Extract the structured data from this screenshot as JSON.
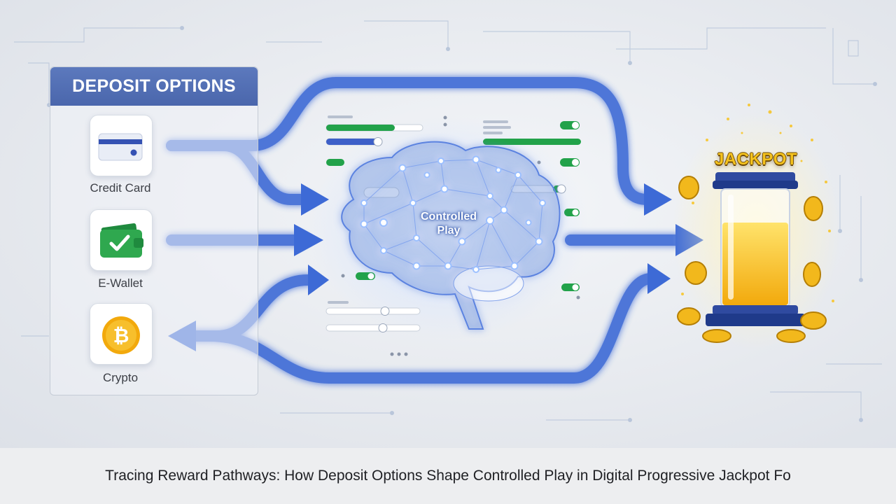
{
  "panel": {
    "title": "DEPOSIT OPTIONS",
    "options": [
      {
        "label": "Credit Card",
        "icon": "credit-card-icon"
      },
      {
        "label": "E-Wallet",
        "icon": "wallet-check-icon"
      },
      {
        "label": "Crypto",
        "icon": "bitcoin-icon"
      }
    ]
  },
  "center": {
    "label_line1": "Controlled",
    "label_line2": "Play"
  },
  "jackpot": {
    "label": "JACKPOT"
  },
  "caption": "Tracing Reward Pathways: How Deposit Options Shape Controlled Play in Digital Progressive Jackpot Fo",
  "colors": {
    "header_blue": "#4a66ac",
    "arrow_blue": "#3d6ad6",
    "toggle_green": "#22a24a",
    "gold": "#f4c21d",
    "wallet_green": "#2fa84f"
  }
}
